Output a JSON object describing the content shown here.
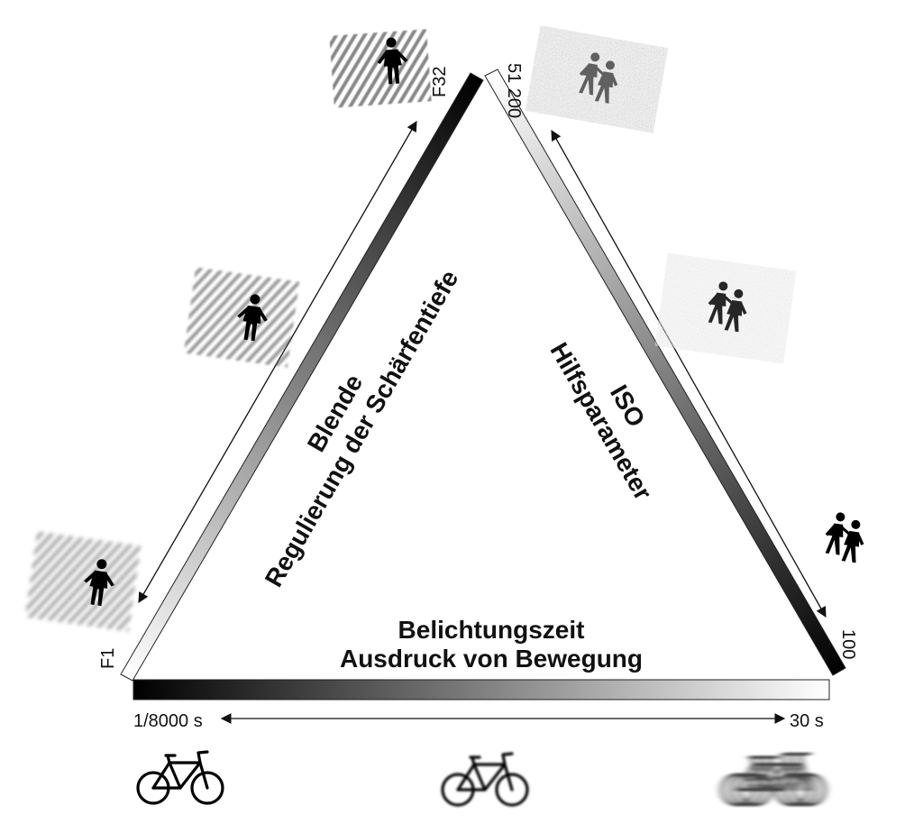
{
  "sides": {
    "aperture": {
      "title": "Blende",
      "subtitle": "Regulierung der Schärfentiefe",
      "min_label": "F1",
      "max_label": "F32"
    },
    "iso": {
      "title": "ISO",
      "subtitle": "Hilfsparameter",
      "min_label": "100",
      "max_label": "51 200"
    },
    "shutter": {
      "title": "Belichtungszeit",
      "subtitle": "Ausdruck von Bewegung",
      "min_label": "1/8000 s",
      "max_label": "30 s"
    }
  },
  "icons": {
    "aperture_examples": [
      "person-blurred-background-icon",
      "person-medium-blur-icon",
      "person-sharp-background-icon"
    ],
    "iso_examples": [
      "couple-sharp-icon",
      "couple-light-noise-icon",
      "couple-heavy-noise-icon"
    ],
    "shutter_examples": [
      "bicycle-sharp-icon",
      "bicycle-slight-blur-icon",
      "bicycle-motion-blur-icon"
    ]
  },
  "colors": {
    "gradient_dark": "#000000",
    "gradient_light": "#ffffff",
    "ink": "#111111"
  }
}
